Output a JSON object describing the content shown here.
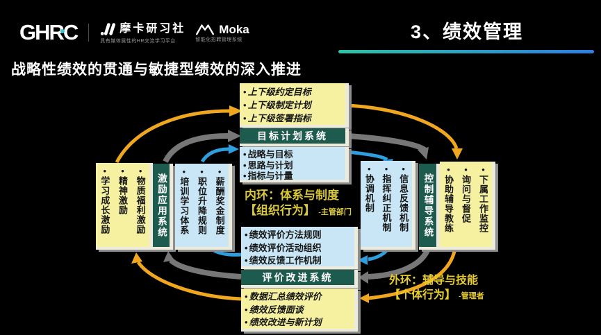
{
  "colors": {
    "background": "#000000",
    "underline_gradient_start": "#2bc4a4",
    "underline_gradient_end": "#2c7ee2",
    "yellow_box": "#f5f1a0",
    "blue_box": "#c8e6f5",
    "teal_system": "#1e5b4f",
    "box_text": "#151515",
    "orange_arrow": "#f0a71f",
    "gray_arrow": "#777777",
    "blue_arrow": "#2f9ede",
    "label_yellow_inner": "#d8c83a",
    "label_yellow_outer": "#e8cc2e",
    "edge_white": "#edebdb",
    "shadow_gray": "#8d8d8d"
  },
  "header": {
    "ghrc_logo": "GHRC",
    "moka_community_name": "摩卡研习社",
    "moka_community_tagline": "具有媒体属性的HR交流学习平台",
    "moka_name": "Moka",
    "moka_tagline": "智能化招聘管理系统",
    "slide_title": "3、绩效管理",
    "subtitle": "战略性绩效的贯通与敏捷型绩效的深入推进"
  },
  "diagram": {
    "goal_system": {
      "title": "目标计划系统",
      "yellow_items": [
        "上下级约定目标",
        "上下级制定计划",
        "上下级签署指标"
      ],
      "blue_items": [
        "战略与目标",
        "思路与计划",
        "指标与计量"
      ]
    },
    "incentive_system": {
      "title": "激励应用系统",
      "yellow_items": [
        "学习成长激励",
        "精神激励",
        "物质福利激励"
      ],
      "blue_items": [
        "培训学习体系",
        "职位升降规则",
        "薪酬奖金制度"
      ]
    },
    "control_system": {
      "title": "控制辅导系统",
      "blue_items": [
        "协调机制",
        "指挥纠正机制",
        "信息反馈机制"
      ],
      "yellow_items": [
        "协助辅导教练",
        "询问与督促",
        "下属工作监控"
      ]
    },
    "evaluation_system": {
      "title": "评价改进系统",
      "blue_items": [
        "绩效评价方法规则",
        "绩效评价活动组织",
        "绩效反馈工作机制"
      ],
      "yellow_items": [
        "数据汇总绩效评价",
        "绩效反馈面谈",
        "绩效改进与新计划"
      ]
    },
    "inner_ring_label": {
      "line1": "内环：体系与制度",
      "line2": "【组织行为】",
      "annotation": "-主管部门"
    },
    "outer_ring_label": {
      "line1": "外环：辅导与技能",
      "line2": "【个体行为】",
      "annotation": "-管理者"
    }
  }
}
